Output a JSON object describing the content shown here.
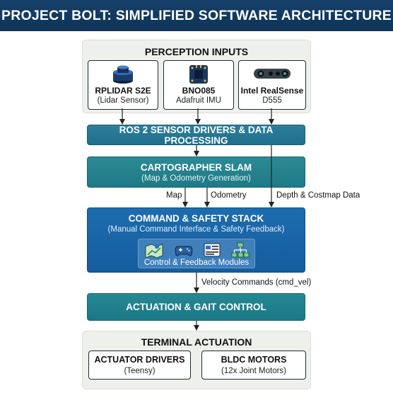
{
  "title": "PROJECT BOLT: SIMPLIFIED SOFTWARE ARCHITECTURE",
  "perception": {
    "title": "PERCEPTION INPUTS",
    "sensors": [
      {
        "name": "RPLIDAR S2E",
        "sub": "(Lidar Sensor)",
        "icon": "lidar-icon"
      },
      {
        "name": "BNO085",
        "sub": "Adafruit IMU",
        "icon": "imu-chip-icon"
      },
      {
        "name": "Intel RealSense",
        "sub": "D555",
        "icon": "depth-camera-icon"
      }
    ]
  },
  "drivers": {
    "title": "ROS 2 SENSOR DRIVERS & DATA PROCESSING"
  },
  "slam": {
    "title": "CARTOGRAPHER SLAM",
    "sub": "(Map & Odometry Generation)"
  },
  "flows": {
    "map": "Map",
    "odometry": "Odometry",
    "depth": "Depth & Costmap Data",
    "velocity": "Velocity Commands (cmd_vel)"
  },
  "command": {
    "title": "COMMAND & SAFETY STACK",
    "sub": "(Manual Command Interface & Safety Feedback)",
    "modules_label": "Control & Feedback Modules",
    "module_icons": [
      "map-pin-icon",
      "gamepad-icon",
      "dashboard-icon",
      "network-icon"
    ]
  },
  "actuation": {
    "title": "ACTUATION & GAIT CONTROL"
  },
  "terminal": {
    "title": "TERMINAL ACTUATION",
    "cards": [
      {
        "name": "ACTUATOR DRIVERS",
        "sub": "(Teensy)"
      },
      {
        "name": "BLDC MOTORS",
        "sub": "(12x Joint Motors)"
      }
    ]
  },
  "colors": {
    "title_bar": "#0f3357",
    "teal_stage": "#1e7a86",
    "command_blue": "#155d9e",
    "panel_bg": "#eef0eb"
  }
}
